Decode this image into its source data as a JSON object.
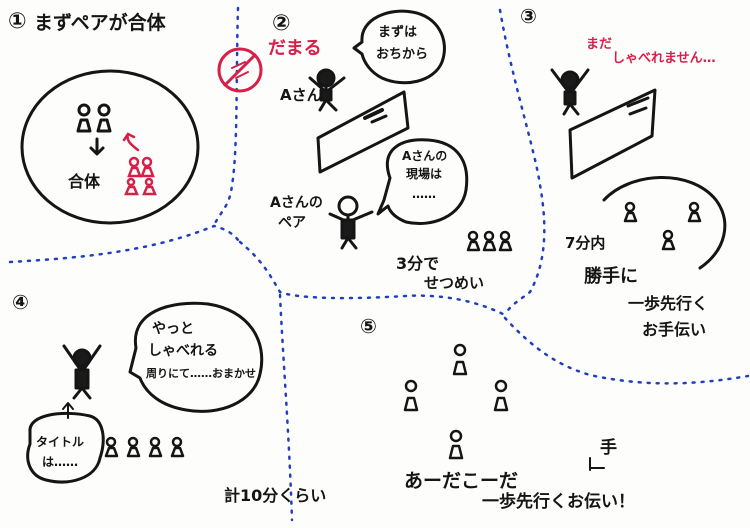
{
  "colors": {
    "ink": "#151515",
    "red": "#d6204a",
    "dots": "#1f3fbf",
    "paper": "#fdfdfb"
  },
  "panel1": {
    "number": "①",
    "title": "まずペアが合体",
    "merge": "合体"
  },
  "panel2": {
    "number": "②",
    "forbidden": "だまる",
    "bubble_first": [
      "まずは",
      "おちから"
    ],
    "person_a": "Aさん",
    "pair_label": [
      "Aさんの",
      "ペア"
    ],
    "bubble_pair": [
      "Aさんの",
      "現場は",
      "……"
    ],
    "time": "3分で",
    "action": "せつめい"
  },
  "panel3": {
    "number": "③",
    "note": [
      "まだ",
      "しゃべれません…"
    ],
    "minutes": "7分内",
    "lines": [
      "勝手に",
      "一歩先行く",
      "お手伝い"
    ]
  },
  "panel4": {
    "number": "④",
    "bubble": [
      "やっと",
      "しゃべれる",
      "周りにて……おまかせ"
    ],
    "title_label": [
      "タイトル",
      "は……"
    ]
  },
  "panel5": {
    "number": "⑤",
    "total": "計10分くらい",
    "chant": "あーだこーだ",
    "slogan": "一歩先行くお伝い！",
    "hand_char": "手"
  }
}
